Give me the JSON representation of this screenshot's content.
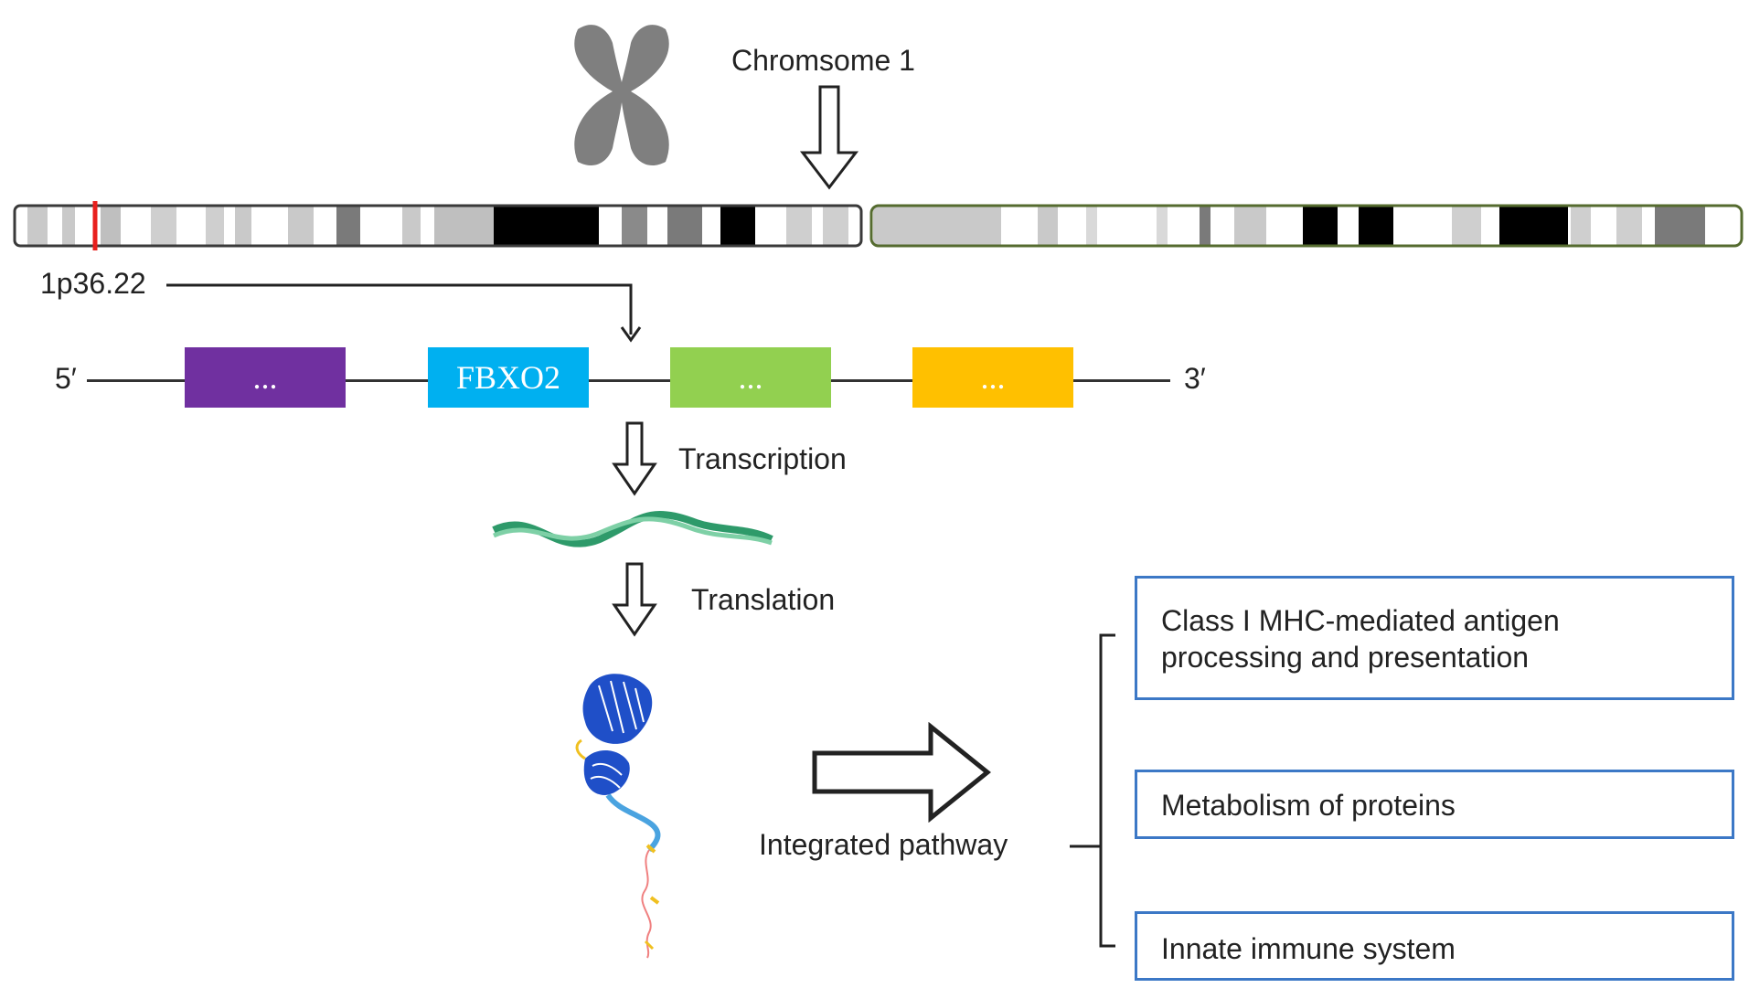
{
  "chromosome": {
    "label": "Chromsome 1",
    "locus_label": "1p36.22",
    "icon": "chromosome-icon"
  },
  "gene_track": {
    "five_prime": "5′",
    "three_prime": "3′",
    "genes": [
      {
        "label": "...",
        "color": "#7030a0"
      },
      {
        "label": "FBXO2",
        "color": "#00b0f0"
      },
      {
        "label": "...",
        "color": "#92d050"
      },
      {
        "label": "...",
        "color": "#ffc000"
      }
    ]
  },
  "steps": {
    "transcription": "Transcription",
    "translation": "Translation",
    "integrated_pathway": "Integrated pathway"
  },
  "pathways": [
    {
      "line1": "Class I MHC-mediated antigen",
      "line2": "processing and presentation"
    },
    {
      "line1": "Metabolism of proteins"
    },
    {
      "line1": "Innate immune system"
    }
  ],
  "colors": {
    "box_border": "#3c78c6",
    "mrna": "#2e9a6a",
    "protein": "#1f4fc8",
    "locus_marker": "#e8201e"
  }
}
